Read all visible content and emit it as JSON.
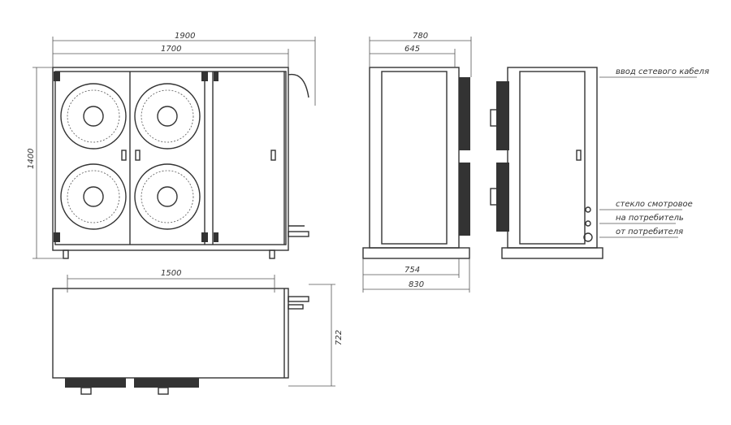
{
  "dimensions": {
    "front_width_total": "1900",
    "front_width_body": "1700",
    "height": "1400",
    "bottom_length": "1500",
    "bottom_depth": "722",
    "side_width_total": "780",
    "side_width_body": "645",
    "base_inner": "754",
    "base_outer": "830"
  },
  "callouts": [
    {
      "label": "ввод сетевого кабеля"
    },
    {
      "label": "стекло смотровое"
    },
    {
      "label": "на потребитель"
    },
    {
      "label": "от потребителя"
    }
  ]
}
